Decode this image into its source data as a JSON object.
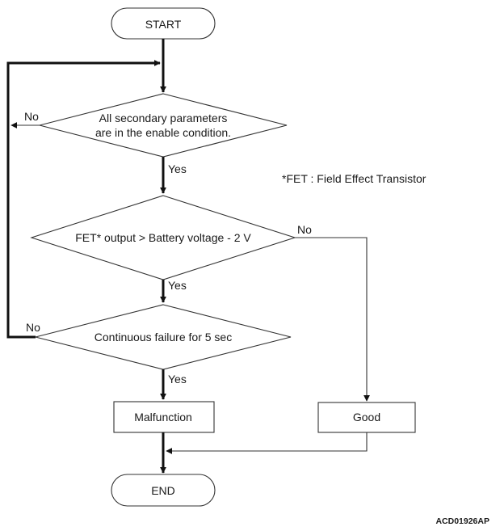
{
  "nodes": {
    "start": "START",
    "decision_enable_line1": "All secondary parameters",
    "decision_enable_line2": "are in the enable condition.",
    "decision_fet": "FET* output > Battery voltage - 2 V",
    "decision_continuous": "Continuous failure for 5 sec",
    "malfunction": "Malfunction",
    "good": "Good",
    "end": "END"
  },
  "labels": {
    "yes": "Yes",
    "no": "No"
  },
  "footnote": "*FET : Field Effect Transistor",
  "figure_code": "ACD01926AP"
}
